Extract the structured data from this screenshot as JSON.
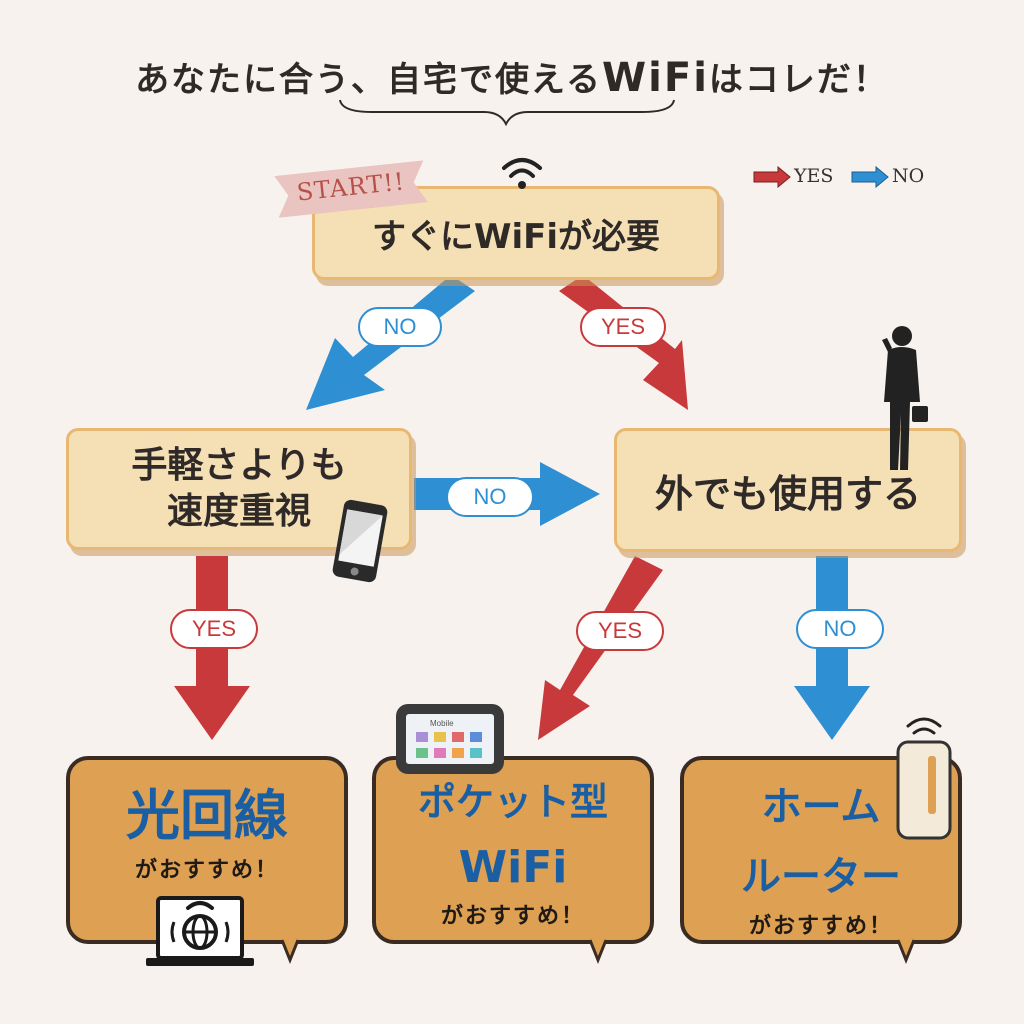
{
  "title": {
    "part1": "あなたに合う、自宅で使える",
    "part2": "WiFi",
    "part3": "はコレだ！"
  },
  "legend": {
    "yes": "YES",
    "no": "NO",
    "yes_color": "#c8393b",
    "no_color": "#2e8fd3"
  },
  "start": "START!!",
  "questions": {
    "q1": "すぐにWiFiが必要",
    "q2": "手軽さよりも\n速度重視",
    "q3": "外でも使用する"
  },
  "branches": {
    "q1_no": "NO",
    "q1_yes": "YES",
    "q2_no": "NO",
    "q2_yes": "YES",
    "q3_yes": "YES",
    "q3_no": "NO"
  },
  "results": {
    "r1": {
      "title": "光回線",
      "sub": "がおすすめ！"
    },
    "r2": {
      "title_line1": "ポケット型",
      "title_line2": "WiFi",
      "sub": "がおすすめ！"
    },
    "r3": {
      "title_line1": "ホーム",
      "title_line2": "ルーター",
      "sub": "がおすすめ！"
    }
  },
  "device_label": "Mobile",
  "icons": [
    "wifi-icon",
    "smartphone-icon",
    "businessman-icon",
    "pocket-wifi-device-icon",
    "laptop-globe-icon",
    "home-router-icon"
  ],
  "colors": {
    "background": "#f8f2ee",
    "question_box": "#f5e0b6",
    "result_box": "#dea052",
    "result_title": "#1a5fa3",
    "start_tag": "#eac4c0"
  }
}
